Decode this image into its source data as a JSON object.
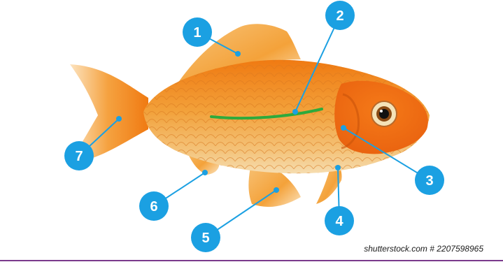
{
  "colors": {
    "badge": "#1ba0e2",
    "leader": "#1ba0e2",
    "lateral_line": "#2eaa3c",
    "fish_body": "#f0a040",
    "fish_fin": "#f7b24a",
    "background": "#ffffff"
  },
  "callouts": [
    {
      "number": "1"
    },
    {
      "number": "2"
    },
    {
      "number": "3"
    },
    {
      "number": "4"
    },
    {
      "number": "5"
    },
    {
      "number": "6"
    },
    {
      "number": "7"
    }
  ],
  "watermark": "shutterstock.com # 2207598965"
}
